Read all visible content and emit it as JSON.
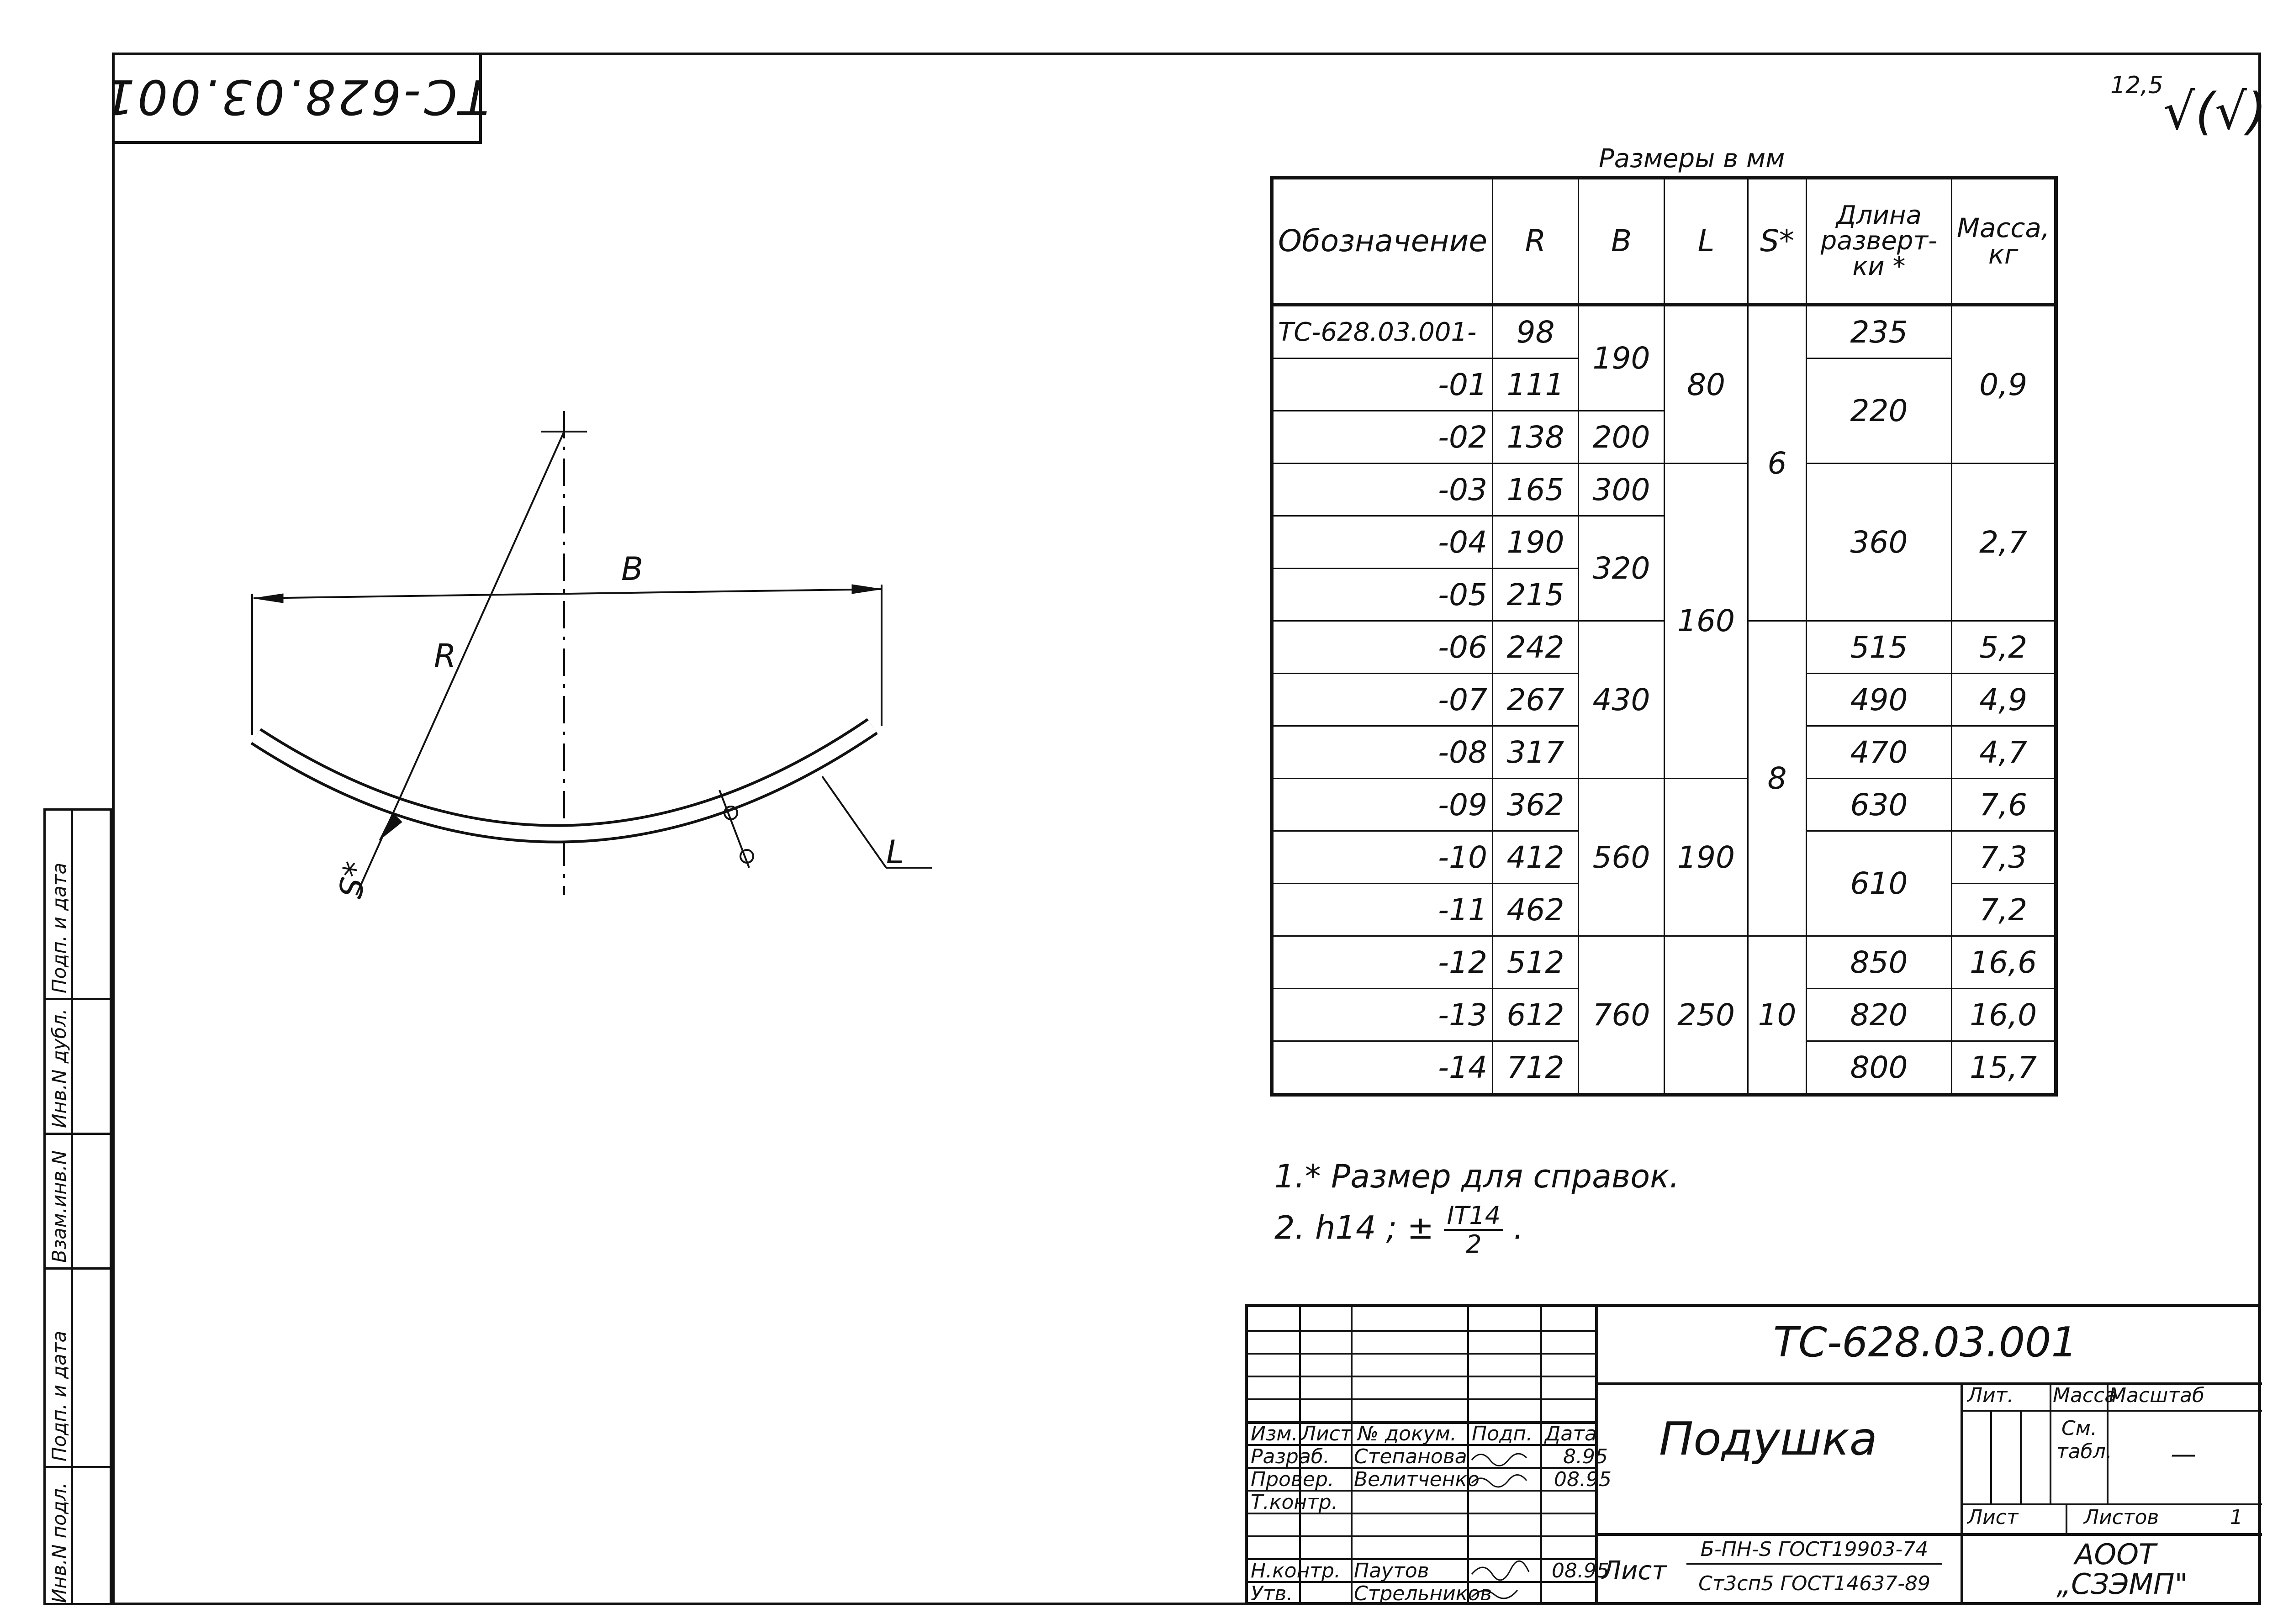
{
  "stamp_code": "ТС-628.03.001",
  "roughness": {
    "value": "12,5",
    "symbol": "√(√)"
  },
  "drawing": {
    "label_B": "B",
    "label_R": "R",
    "label_S": "S*",
    "label_L": "L"
  },
  "table": {
    "units": "Размеры в мм",
    "headers": [
      "Обозначение",
      "R",
      "B",
      "L",
      "S*",
      "Длина разверт-ки *",
      "Масса, кг"
    ],
    "rows": [
      {
        "d": "ТС-628.03.001-",
        "R": "98"
      },
      {
        "d": "-01",
        "R": "111"
      },
      {
        "d": "-02",
        "R": "138"
      },
      {
        "d": "-03",
        "R": "165"
      },
      {
        "d": "-04",
        "R": "190"
      },
      {
        "d": "-05",
        "R": "215"
      },
      {
        "d": "-06",
        "R": "242"
      },
      {
        "d": "-07",
        "R": "267"
      },
      {
        "d": "-08",
        "R": "317"
      },
      {
        "d": "-09",
        "R": "362"
      },
      {
        "d": "-10",
        "R": "412"
      },
      {
        "d": "-11",
        "R": "462"
      },
      {
        "d": "-12",
        "R": "512"
      },
      {
        "d": "-13",
        "R": "612"
      },
      {
        "d": "-14",
        "R": "712"
      }
    ],
    "B": [
      "190",
      "200",
      "300",
      "320",
      "430",
      "560",
      "760"
    ],
    "L": [
      "80",
      "160",
      "190",
      "250"
    ],
    "S": [
      "6",
      "8",
      "10"
    ],
    "len": [
      "235",
      "220",
      "360",
      "515",
      "490",
      "470",
      "630",
      "610",
      "850",
      "820",
      "800"
    ],
    "mass": [
      "0,9",
      "2,7",
      "5,2",
      "4,9",
      "4,7",
      "7,6",
      "7,3",
      "7,2",
      "16,6",
      "16,0",
      "15,7"
    ]
  },
  "notes": {
    "n1": "1.* Размер для справок.",
    "n2_prefix": "2. h14 ;  ±",
    "n2_num": "IT14",
    "n2_den": "2",
    "n2_suffix": "."
  },
  "title_block": {
    "code": "ТС-628.03.001",
    "name": "Подушка",
    "col_izm": "Изм.",
    "col_list": "Лист",
    "col_doc": "№ докум.",
    "col_podp": "Подп.",
    "col_data": "Дата",
    "razrab": "Разраб.",
    "razrab_name": "Степанова",
    "razrab_date": "8.95",
    "prover": "Провер.",
    "prover_name": "Велитченко",
    "prover_date": "08.95",
    "tkontr": "Т.контр.",
    "nkontr": "Н.контр.",
    "nkontr_name": "Паутов",
    "nkontr_date": "08.95",
    "utv": "Утв.",
    "utv_name": "Стрельников",
    "lit": "Лит.",
    "massa": "Масса",
    "masshtab": "Масштаб",
    "massa_val": "См. табл.",
    "masshtab_val": "—",
    "list": "Лист",
    "listov": "Листов",
    "listov_val": "1",
    "material_prefix": "Лист",
    "material_top": "Б-ПН-S ГОСТ19903-74",
    "material_bottom": "Ст3сп5 ГОСТ14637-89",
    "org_1": "АООТ",
    "org_2": "„СЗЭМП\""
  },
  "side_labels": [
    "Инв.N подл.",
    "Подп. и дата",
    "Взам.инв.N",
    "Инв.N дубл.",
    "Подп. и дата"
  ]
}
